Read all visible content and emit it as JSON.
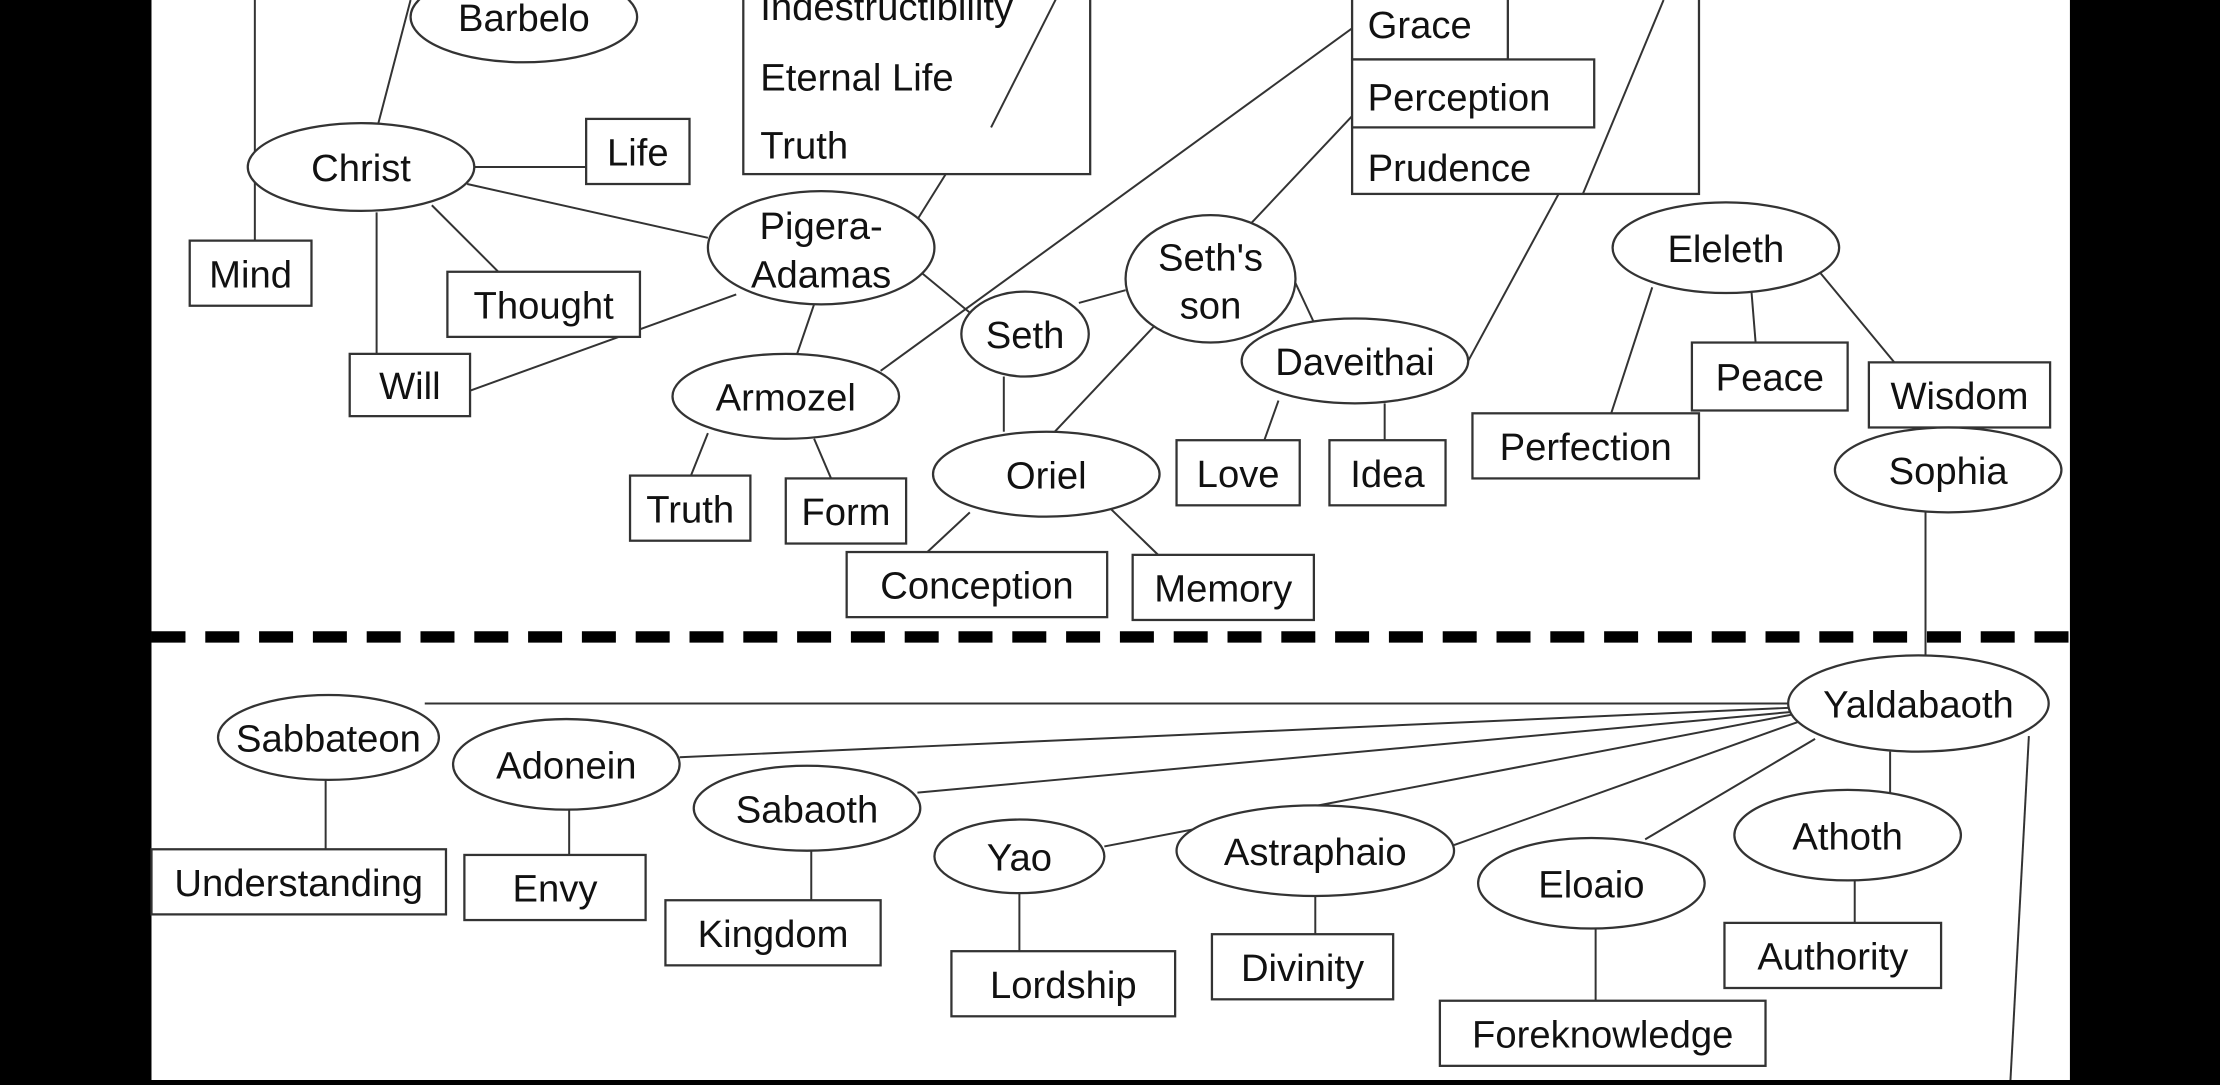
{
  "diagram": {
    "upper_realm": {
      "barbelo": "Barbelo",
      "christ": "Christ",
      "life": "Life",
      "mind": "Mind",
      "thought": "Thought",
      "will": "Will",
      "pigera_adamas": [
        "Pigera-",
        "Adamas"
      ],
      "attributes_box": [
        "Indestructibility",
        "Eternal Life",
        "Truth"
      ],
      "armozel": "Armozel",
      "armozel_truth": "Truth",
      "form": "Form",
      "seth": "Seth",
      "oriel": "Oriel",
      "conception": "Conception",
      "memory": "Memory",
      "seths_son": [
        "Seth's",
        "son"
      ],
      "daveithai": "Daveithai",
      "love": "Love",
      "idea": "Idea",
      "grace": "Grace",
      "perception": "Perception",
      "prudence": "Prudence",
      "eleleth": "Eleleth",
      "peace": "Peace",
      "wisdom": "Wisdom",
      "perfection": "Perfection",
      "sophia": "Sophia"
    },
    "lower_realm": {
      "yaldabaoth": "Yaldabaoth",
      "sabbateon": "Sabbateon",
      "understanding": "Understanding",
      "adonein": "Adonein",
      "envy": "Envy",
      "sabaoth": "Sabaoth",
      "kingdom": "Kingdom",
      "yao": "Yao",
      "lordship": "Lordship",
      "astraphaio": "Astraphaio",
      "divinity": "Divinity",
      "eloaio": "Eloaio",
      "foreknowledge": "Foreknowledge",
      "athoth": "Athoth",
      "authority": "Authority"
    }
  }
}
